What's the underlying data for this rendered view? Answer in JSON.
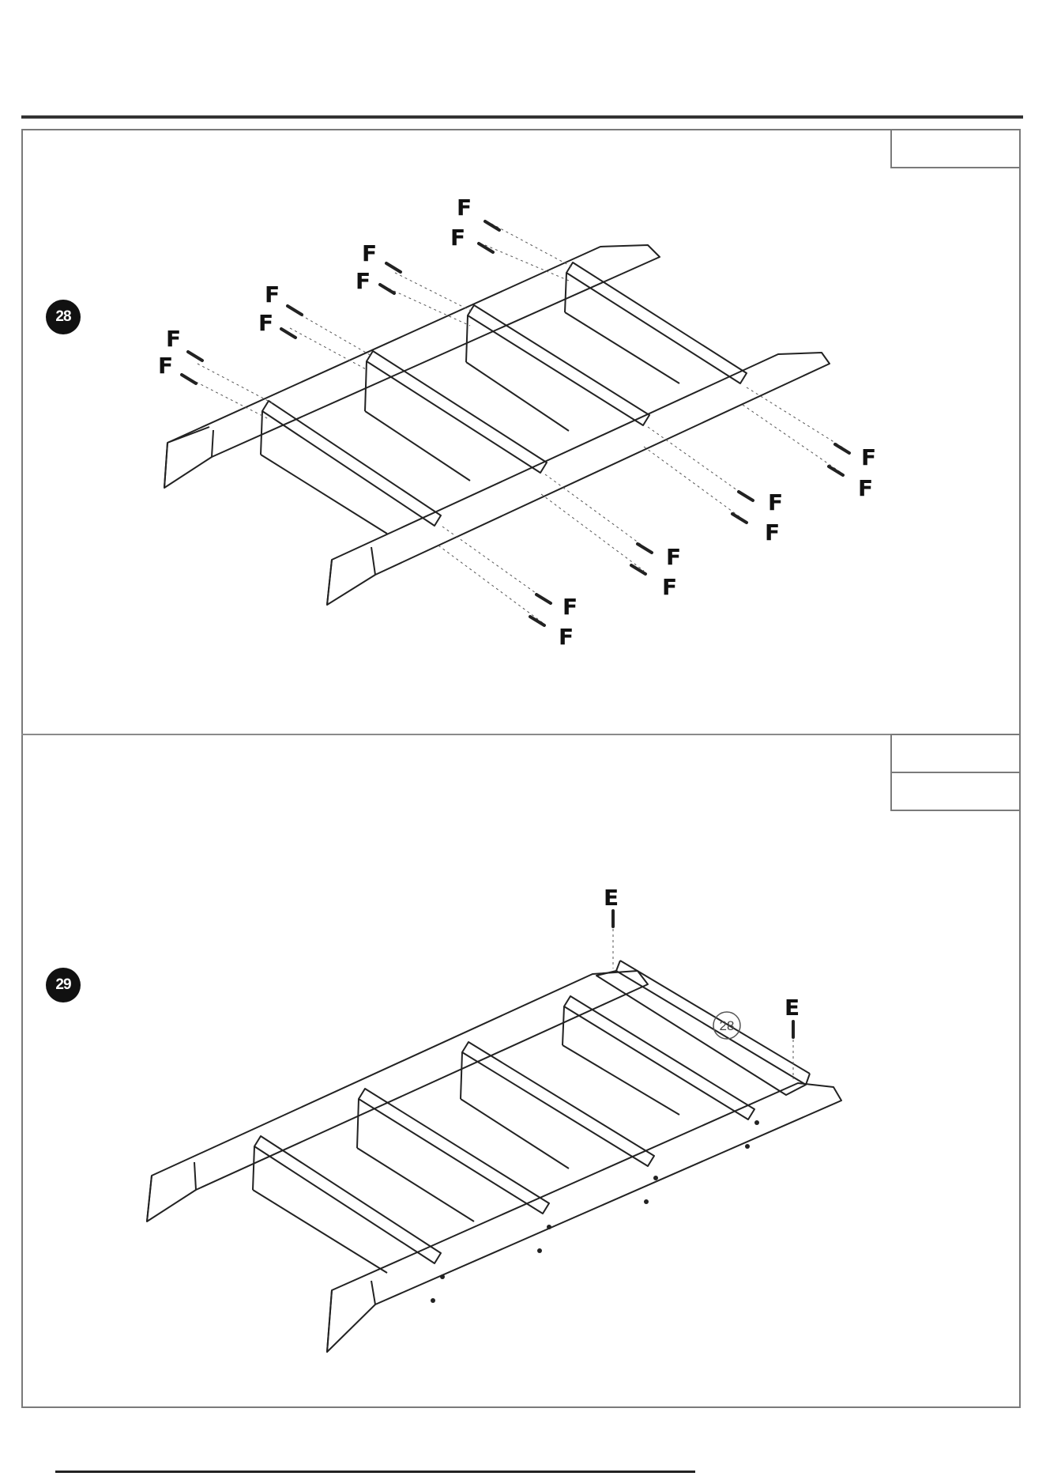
{
  "steps": [
    {
      "number": "28",
      "hardware_label": "F"
    },
    {
      "number": "29",
      "hardware_label": "E",
      "part_ref": "28"
    }
  ],
  "colors": {
    "line": "#222222",
    "frame": "#7a7a7a",
    "badge": "#111111"
  }
}
